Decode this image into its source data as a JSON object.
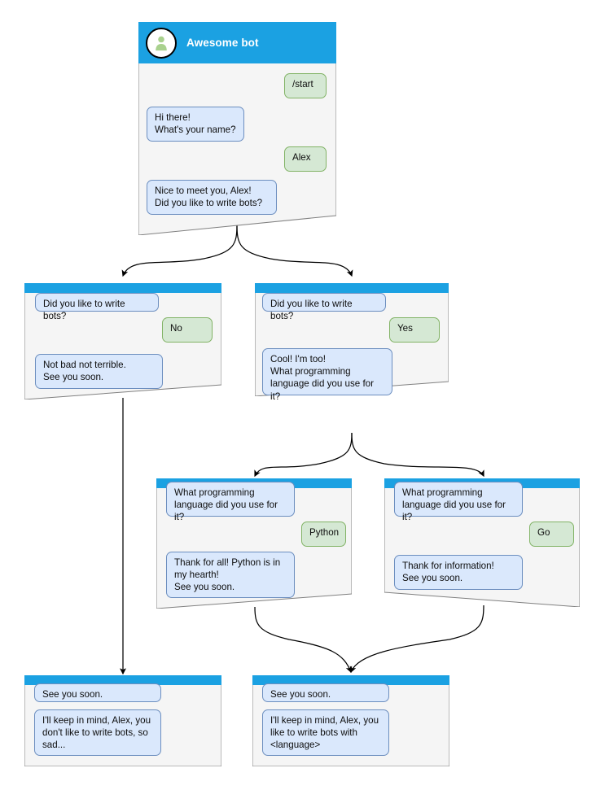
{
  "diagram": {
    "title": "Awesome bot conversation flow",
    "colors": {
      "header_blue": "#1ba1e2",
      "card_body": "#f5f5f5",
      "card_border": "#808080",
      "bot_bubble_fill": "#dae8fc",
      "bot_bubble_border": "#6c8ebf",
      "user_bubble_fill": "#d5e8d4",
      "user_bubble_border": "#82b366",
      "edge": "#000000",
      "avatar_person": "#a9d18e"
    }
  },
  "cards": {
    "start": {
      "header_title": "Awesome bot",
      "avatar_icon": "person-icon",
      "messages": [
        {
          "role": "user",
          "text": "/start"
        },
        {
          "role": "bot",
          "text": "Hi there!\nWhat's your name?"
        },
        {
          "role": "user",
          "text": "Alex"
        },
        {
          "role": "bot",
          "text": "Nice to meet you, Alex!\nDid you like to write bots?"
        }
      ]
    },
    "answer_no": {
      "header_title": "",
      "messages": [
        {
          "role": "bot",
          "text": "Did you like to write bots?"
        },
        {
          "role": "user",
          "text": "No"
        },
        {
          "role": "bot",
          "text": "Not bad not terrible.\nSee you soon."
        }
      ]
    },
    "answer_yes": {
      "header_title": "",
      "messages": [
        {
          "role": "bot",
          "text": "Did you like to write bots?"
        },
        {
          "role": "user",
          "text": "Yes"
        },
        {
          "role": "bot",
          "text": "Cool! I'm too!\nWhat programming\nlanguage did you use for it?"
        }
      ]
    },
    "lang_python": {
      "header_title": "",
      "messages": [
        {
          "role": "bot",
          "text": "What programming\nlanguage did you use for it?"
        },
        {
          "role": "user",
          "text": "Python"
        },
        {
          "role": "bot",
          "text": "Thank for all! Python is in\nmy hearth!\nSee you soon."
        }
      ]
    },
    "lang_go": {
      "header_title": "",
      "messages": [
        {
          "role": "bot",
          "text": "What programming\nlanguage did you use for it?"
        },
        {
          "role": "user",
          "text": "Go"
        },
        {
          "role": "bot",
          "text": "Thank for information!\nSee you soon."
        }
      ]
    },
    "end_sad": {
      "header_title": "",
      "messages": [
        {
          "role": "bot",
          "text": "See you soon."
        },
        {
          "role": "bot",
          "text": "I'll keep in mind, Alex, you\ndon't like to write bots, so\nsad..."
        }
      ]
    },
    "end_happy": {
      "header_title": "",
      "messages": [
        {
          "role": "bot",
          "text": "See you soon."
        },
        {
          "role": "bot",
          "text": "I'll keep in mind, Alex, you\nlike to write bots with\n<language>"
        }
      ]
    }
  }
}
